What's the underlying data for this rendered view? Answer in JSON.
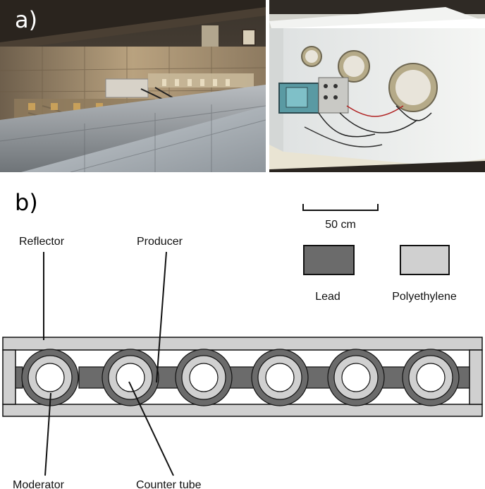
{
  "panels": {
    "a": "a)",
    "b": "b)"
  },
  "scale_bar": {
    "label": "50 cm"
  },
  "legend": [
    {
      "label": "Lead",
      "color": "#6b6b6b"
    },
    {
      "label": "Polyethylene",
      "color": "#d0d0d0"
    }
  ],
  "callouts": {
    "reflector": "Reflector",
    "producer": "Producer",
    "moderator": "Moderator",
    "counter_tube": "Counter tube"
  },
  "colors": {
    "lead": "#6b6b6b",
    "polyethylene": "#d0d0d0",
    "outline": "#111111"
  }
}
